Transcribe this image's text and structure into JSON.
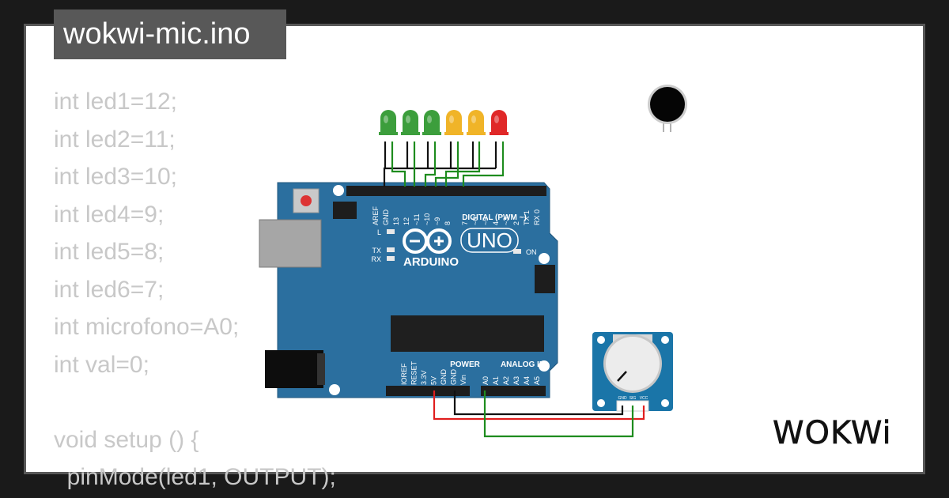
{
  "title": "wokwi-mic.ino",
  "code_lines": [
    "int led1=12;",
    "int led2=11;",
    "int led3=10;",
    "int led4=9;",
    "int led5=8;",
    "int led6=7;",
    "int microfono=A0;",
    "int val=0;",
    "",
    "void setup () {",
    "  pinMode(led1, OUTPUT);"
  ],
  "board": {
    "brand": "ARDUINO",
    "model": "UNO",
    "on_label": "ON",
    "l_label": "L",
    "tx_label": "TX",
    "rx_label": "RX",
    "digital_label": "DIGITAL (PWM ~)",
    "power_label": "POWER",
    "analog_label": "ANALOG IN",
    "digital_pins": [
      "AREF",
      "GND",
      "13",
      "12",
      "~11",
      "~10",
      "~9",
      "8",
      "7",
      "~6",
      "~5",
      "4",
      "~3",
      "2",
      "TX 1",
      "RX 0"
    ],
    "power_pins": [
      "IOREF",
      "RESET",
      "3.3V",
      "5V",
      "GND",
      "GND",
      "Vin"
    ],
    "analog_pins": [
      "A0",
      "A1",
      "A2",
      "A3",
      "A4",
      "A5"
    ]
  },
  "pot": {
    "pin_labels": [
      "GND",
      "SIG",
      "VCC"
    ]
  },
  "leds": [
    {
      "color": "#3c9e3c"
    },
    {
      "color": "#3c9e3c"
    },
    {
      "color": "#3c9e3c"
    },
    {
      "color": "#f0b428"
    },
    {
      "color": "#f0b428"
    },
    {
      "color": "#e02828"
    }
  ],
  "colors": {
    "board_blue": "#2b6f9f",
    "wire_green": "#1e8c1e",
    "wire_black": "#111111",
    "wire_red": "#e01e1e",
    "page_bg": "#1a1a1a",
    "title_bg": "#585858"
  },
  "logo_text": "WOKWi"
}
